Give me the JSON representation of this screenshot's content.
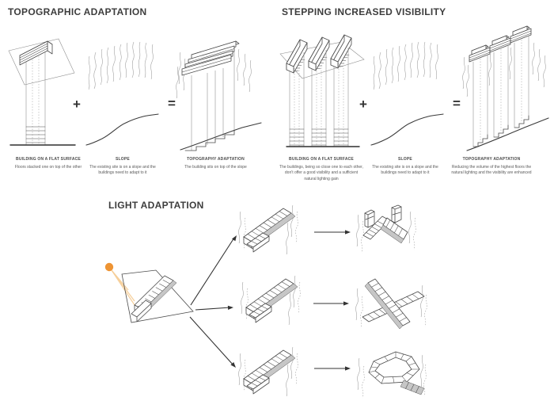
{
  "colors": {
    "background": "#ffffff",
    "ink": "#3d3d3d",
    "line": "#4a4a4a",
    "sun": "#ee9434",
    "ray": "#f6cf9a"
  },
  "topographic": {
    "title": "TOPOGRAPHIC ADAPTATION",
    "operator_plus": "+",
    "operator_equals": "=",
    "columns": [
      {
        "label": "BUILDING ON A FLAT SURFACE",
        "caption": "Floors stacked one on top of the other"
      },
      {
        "label": "SLOPE",
        "caption": "The existing site is on a slope and the buildings need to adapt to it"
      },
      {
        "label": "TOPOGRAPHY ADAPTATION",
        "caption": "The building sits on top of the slope"
      }
    ]
  },
  "stepping": {
    "title": "STEPPING INCREASED VISIBILITY",
    "operator_plus": "+",
    "operator_equals": "=",
    "columns": [
      {
        "label": "BUILDING ON A FLAT SURFACE",
        "caption": "The buildings, being so close one to each other, don't offer a good visibility and a sufficient natural lighting gain"
      },
      {
        "label": "SLOPE",
        "caption": "The existing site is on a slope and the buildings need to adapt to it"
      },
      {
        "label": "TOPOGRAPHY ADAPTATION",
        "caption": "Reducing the volume of the highest floors the natural lighting and the visibility are enhanced"
      }
    ]
  },
  "light": {
    "title": "LIGHT ADAPTATION"
  }
}
